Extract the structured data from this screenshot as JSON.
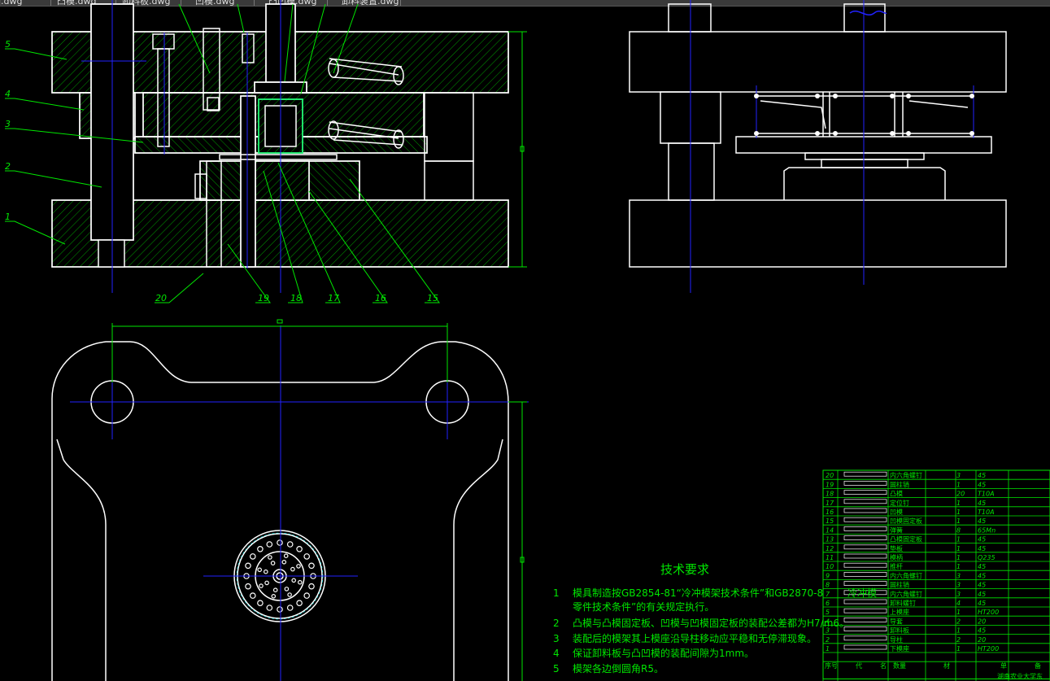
{
  "tabs": [
    {
      "label": "图.dwg"
    },
    {
      "label": "凸模.dwg"
    },
    {
      "label": "卸料板.dwg"
    },
    {
      "label": "凹模.dwg"
    },
    {
      "label": "凸凹模.dwg"
    },
    {
      "label": "卸料装置.dwg"
    }
  ],
  "part_numbers": [
    "5",
    "4",
    "3",
    "2",
    "1",
    "20",
    "19",
    "18",
    "17",
    "16",
    "15"
  ],
  "tech_requirements": {
    "title": "技术要求",
    "items": [
      {
        "num": "1",
        "line1": "模具制造按GB2854-81“冷冲模架技术条件”和GB2870-8",
        "line2": "零件技术条件”的有关规定执行。"
      },
      {
        "num": "2",
        "line1": "凸模与凸模固定板、凹模与凹模固定板的装配公差都为H7/m6。",
        "line2": ""
      },
      {
        "num": "3",
        "line1": "装配后的模架其上模座沿导柱移动应平稳和无停滞现象。",
        "line2": ""
      },
      {
        "num": "4",
        "line1": "保证卸料板与凸凹模的装配间隙为1mm。",
        "line2": ""
      },
      {
        "num": "5",
        "line1": "模架各边倒圆角R5。",
        "line2": ""
      }
    ],
    "overlap_label": "冷冲模"
  },
  "bom": {
    "rows": [
      {
        "no": "20",
        "name": "内六角螺钉",
        "qty": "3",
        "mat": "45"
      },
      {
        "no": "19",
        "name": "圆柱销",
        "qty": "1",
        "mat": "45"
      },
      {
        "no": "18",
        "name": "凸模",
        "qty": "20",
        "mat": "T10A"
      },
      {
        "no": "17",
        "name": "定位钉",
        "qty": "1",
        "mat": "45"
      },
      {
        "no": "16",
        "name": "凹模",
        "qty": "1",
        "mat": "T10A"
      },
      {
        "no": "15",
        "name": "凹模固定板",
        "qty": "1",
        "mat": "45"
      },
      {
        "no": "14",
        "name": "弹簧",
        "qty": "8",
        "mat": "65Mn"
      },
      {
        "no": "13",
        "name": "凸模固定板",
        "qty": "1",
        "mat": "45"
      },
      {
        "no": "12",
        "name": "垫板",
        "qty": "1",
        "mat": "45"
      },
      {
        "no": "11",
        "name": "模柄",
        "qty": "1",
        "mat": "Q235"
      },
      {
        "no": "10",
        "name": "推杆",
        "qty": "1",
        "mat": "45"
      },
      {
        "no": "9",
        "name": "内六角螺钉",
        "qty": "3",
        "mat": "45"
      },
      {
        "no": "8",
        "name": "圆柱销",
        "qty": "3",
        "mat": "45"
      },
      {
        "no": "7",
        "name": "内六角螺钉",
        "qty": "3",
        "mat": "45"
      },
      {
        "no": "6",
        "name": "卸料螺钉",
        "qty": "4",
        "mat": "45"
      },
      {
        "no": "5",
        "name": "上模座",
        "qty": "1",
        "mat": "HT200"
      },
      {
        "no": "4",
        "name": "导套",
        "qty": "2",
        "mat": "20"
      },
      {
        "no": "3",
        "name": "卸料板",
        "qty": "1",
        "mat": "45"
      },
      {
        "no": "2",
        "name": "导柱",
        "qty": "2",
        "mat": "20"
      },
      {
        "no": "1",
        "name": "下模座",
        "qty": "1",
        "mat": "HT200"
      }
    ],
    "header": {
      "no": "序号",
      "code": "代",
      "name": "名",
      "qty": "数量",
      "mat": "材",
      "wt": "单",
      "rem": "备"
    },
    "org": "湖南农业大学东"
  },
  "colors": {
    "background": "#000000",
    "outline": "#ffffff",
    "annotation": "#00e600",
    "centerline": "#2222ff",
    "hatch": "#00c000"
  }
}
